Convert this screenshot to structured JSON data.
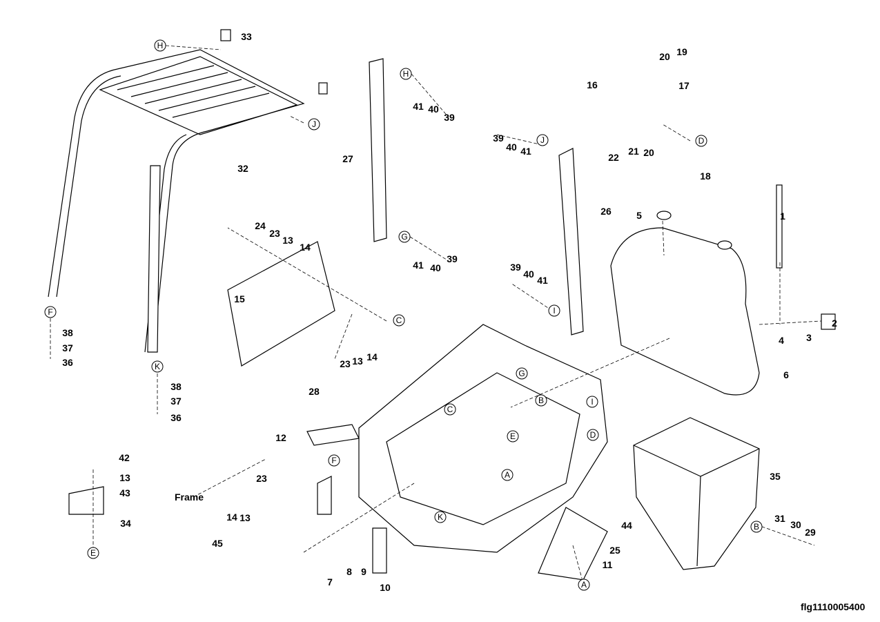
{
  "figure_id": "flg1110005400",
  "callouts": [
    "33",
    "H",
    "J",
    "32",
    "F",
    "38",
    "37",
    "36",
    "K",
    "38",
    "37",
    "36",
    "27",
    "H",
    "41",
    "40",
    "39",
    "G",
    "41",
    "40",
    "39",
    "16",
    "20",
    "19",
    "17",
    "22",
    "21",
    "20",
    "D",
    "18",
    "39",
    "40",
    "41",
    "J",
    "26",
    "39",
    "40",
    "41",
    "I",
    "5",
    "1",
    "2",
    "4",
    "3",
    "6",
    "24",
    "23",
    "13",
    "14",
    "15",
    "C",
    "23",
    "13",
    "14",
    "28",
    "12",
    "F",
    "G",
    "B",
    "I",
    "D",
    "C",
    "E",
    "A",
    "K",
    "42",
    "13",
    "43",
    "34",
    "E",
    "Frame",
    "45",
    "14",
    "13",
    "23",
    "7",
    "8",
    "9",
    "10",
    "35",
    "44",
    "25",
    "11",
    "A",
    "B",
    "31",
    "30",
    "29"
  ]
}
